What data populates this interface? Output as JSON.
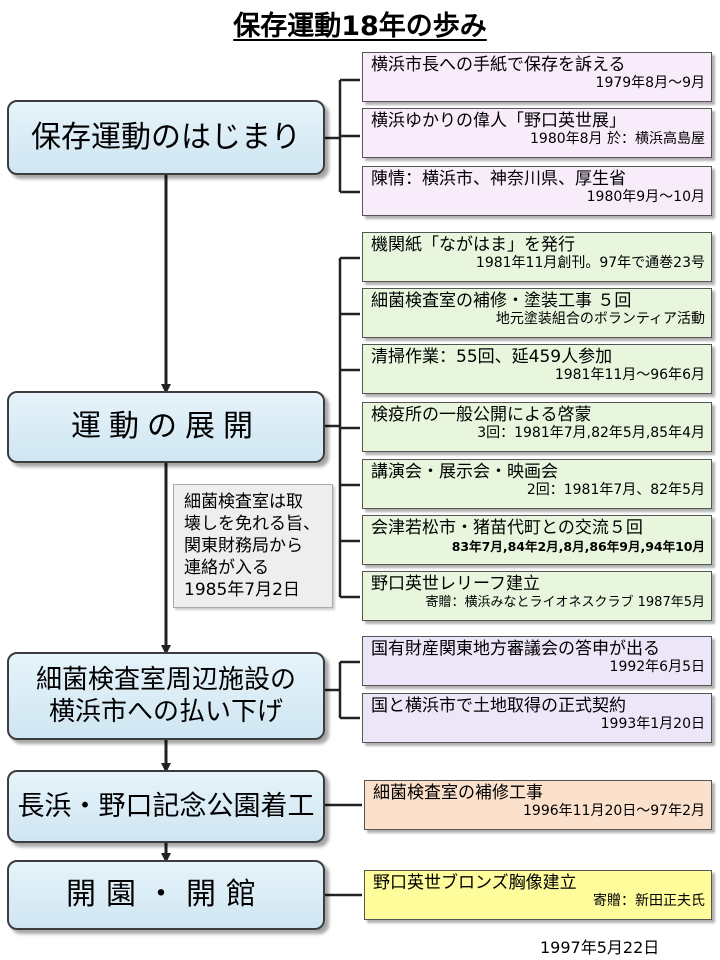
{
  "title": "保存運動18年の歩み",
  "stages": [
    "保存運動のはじまり",
    "運動の展開",
    "細菌検査室周辺施設の\n横浜市への払い下げ",
    "長浜・野口記念公園着工",
    "開園・開館"
  ],
  "events": {
    "start": [
      {
        "main": "横浜市長への手紙で保存を訴える",
        "sub": "1979年8月〜9月"
      },
      {
        "main": "横浜ゆかりの偉人「野口英世展」",
        "sub": "1980年8月 於：横浜高島屋"
      },
      {
        "main": "陳情：横浜市、神奈川県、厚生省",
        "sub": "1980年9月〜10月"
      }
    ],
    "development": [
      {
        "main": "機関紙「ながはま」を発行",
        "sub": "1981年11月創刊。97年で通巻23号"
      },
      {
        "main": "細菌検査室の補修・塗装工事 ５回",
        "sub": "地元塗装組合のボランティア活動"
      },
      {
        "main": "清掃作業：55回、延459人参加",
        "sub": "1981年11月〜96年6月"
      },
      {
        "main": "検疫所の一般公開による啓蒙",
        "sub": "3回：1981年7月,82年5月,85年4月"
      },
      {
        "main": "講演会・展示会・映画会",
        "sub": "2回：1981年7月、82年5月"
      },
      {
        "main": "会津若松市・猪苗代町との交流５回",
        "sub": "83年7月,84年2月,8月,86年9月,94年10月"
      },
      {
        "main": "野口英世レリーフ建立",
        "sub": "寄贈：横浜みなとライオネスクラブ 1987年5月"
      }
    ],
    "transfer": [
      {
        "main": "国有財産関東地方審議会の答申が出る",
        "sub": "1992年6月5日"
      },
      {
        "main": "国と横浜市で土地取得の正式契約",
        "sub": "1993年1月20日"
      }
    ],
    "construction": [
      {
        "main": "細菌検査室の補修工事",
        "sub": "1996年11月20日〜97年2月"
      }
    ],
    "opening": [
      {
        "main": "野口英世ブロンズ胸像建立",
        "sub": "寄贈：新田正夫氏"
      }
    ]
  },
  "note": [
    "細菌検査室は取",
    "壊しを免れる旨、",
    "関東財務局から",
    "連絡が入る",
    "1985年7月2日"
  ],
  "footer_date": "1997年5月22日",
  "colors": {
    "stage_fill": "#d8ecf6",
    "start_fill": "#f8ecfb",
    "development_fill": "#e8f6dd",
    "transfer_fill": "#ece6f8",
    "construction_fill": "#fbe1cc",
    "opening_fill": "#fffc9c",
    "note_fill": "#eeeeee"
  }
}
